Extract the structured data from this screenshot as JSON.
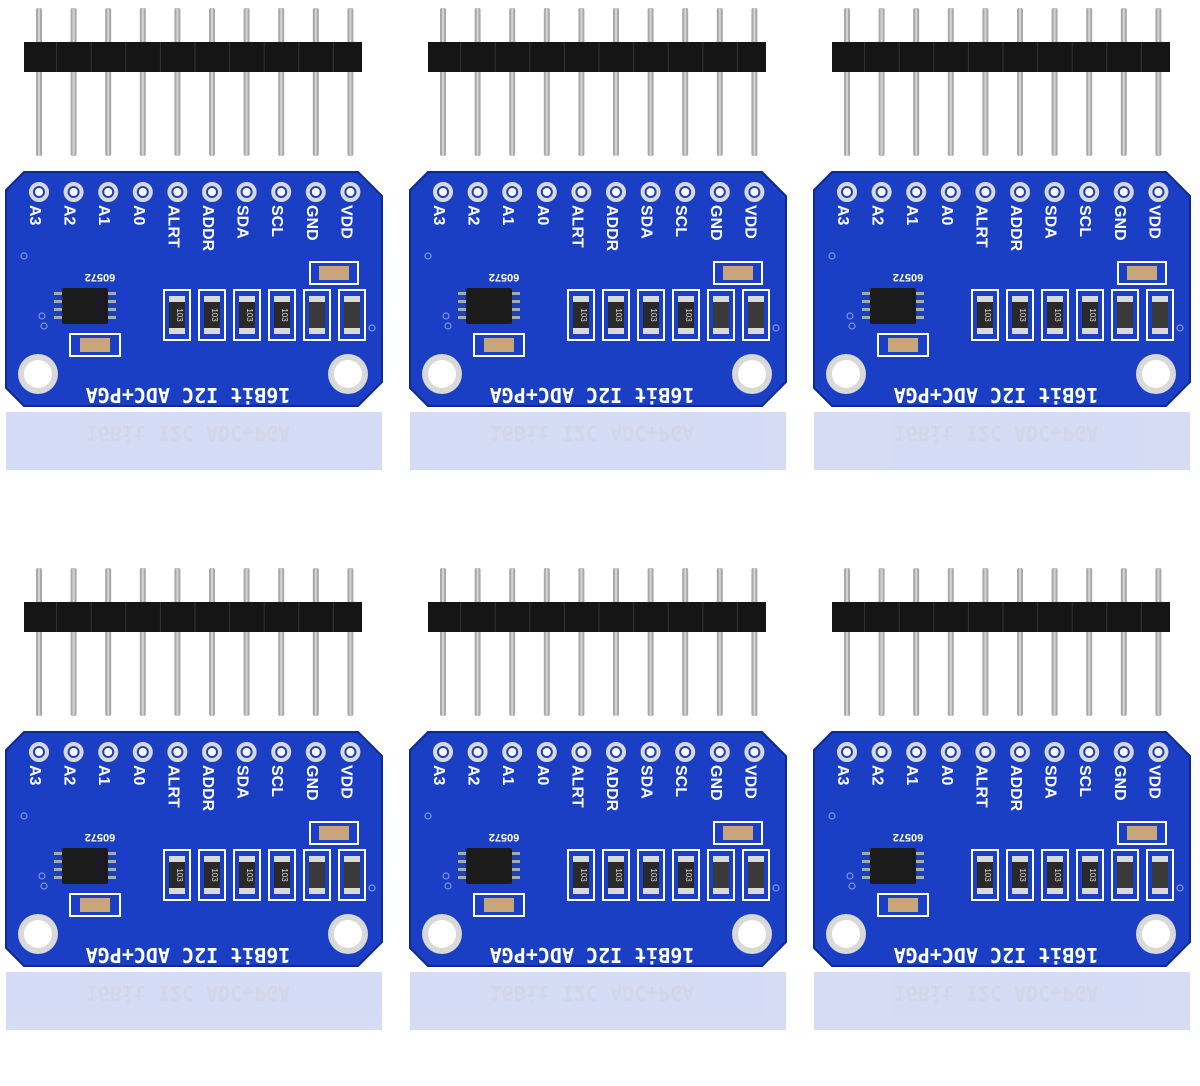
{
  "modules": [
    {
      "id": 1
    },
    {
      "id": 2
    },
    {
      "id": 3
    },
    {
      "id": 4
    },
    {
      "id": 5
    },
    {
      "id": 6
    }
  ],
  "pin_labels": [
    "A3",
    "A2",
    "A1",
    "A0",
    "ALRT",
    "ADDR",
    "SDA",
    "SCL",
    "GND",
    "VDD"
  ],
  "chip_marking": "60572",
  "board_caption": "16Bit I2C ADC+PGA",
  "resistor_code": "103",
  "colors": {
    "pcb": "#1a3fc4",
    "pcb_dark": "#0f2a8f",
    "silkscreen": "#ffffff",
    "header_plastic": "#151515",
    "pin_metal": "#a9a9a9",
    "pad": "#d9d9d9"
  }
}
